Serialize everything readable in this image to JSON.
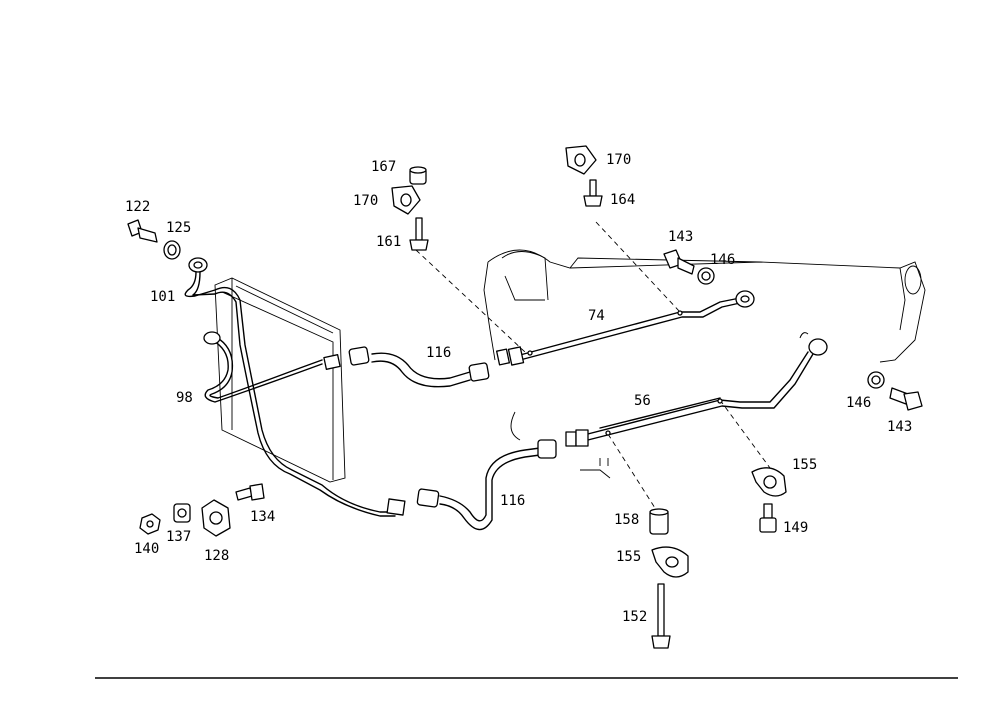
{
  "diagram": {
    "callouts": {
      "p122": "122",
      "p125": "125",
      "p101": "101",
      "p98": "98",
      "p167": "167",
      "p170a": "170",
      "p161": "161",
      "p170b": "170",
      "p164": "164",
      "p143a": "143",
      "p146a": "146",
      "p74": "74",
      "p116a": "116",
      "p56": "56",
      "p146b": "146",
      "p143b": "143",
      "p155a": "155",
      "p149": "149",
      "p116b": "116",
      "p158": "158",
      "p155b": "155",
      "p152": "152",
      "p134": "134",
      "p140": "140",
      "p137": "137",
      "p128": "128"
    }
  }
}
